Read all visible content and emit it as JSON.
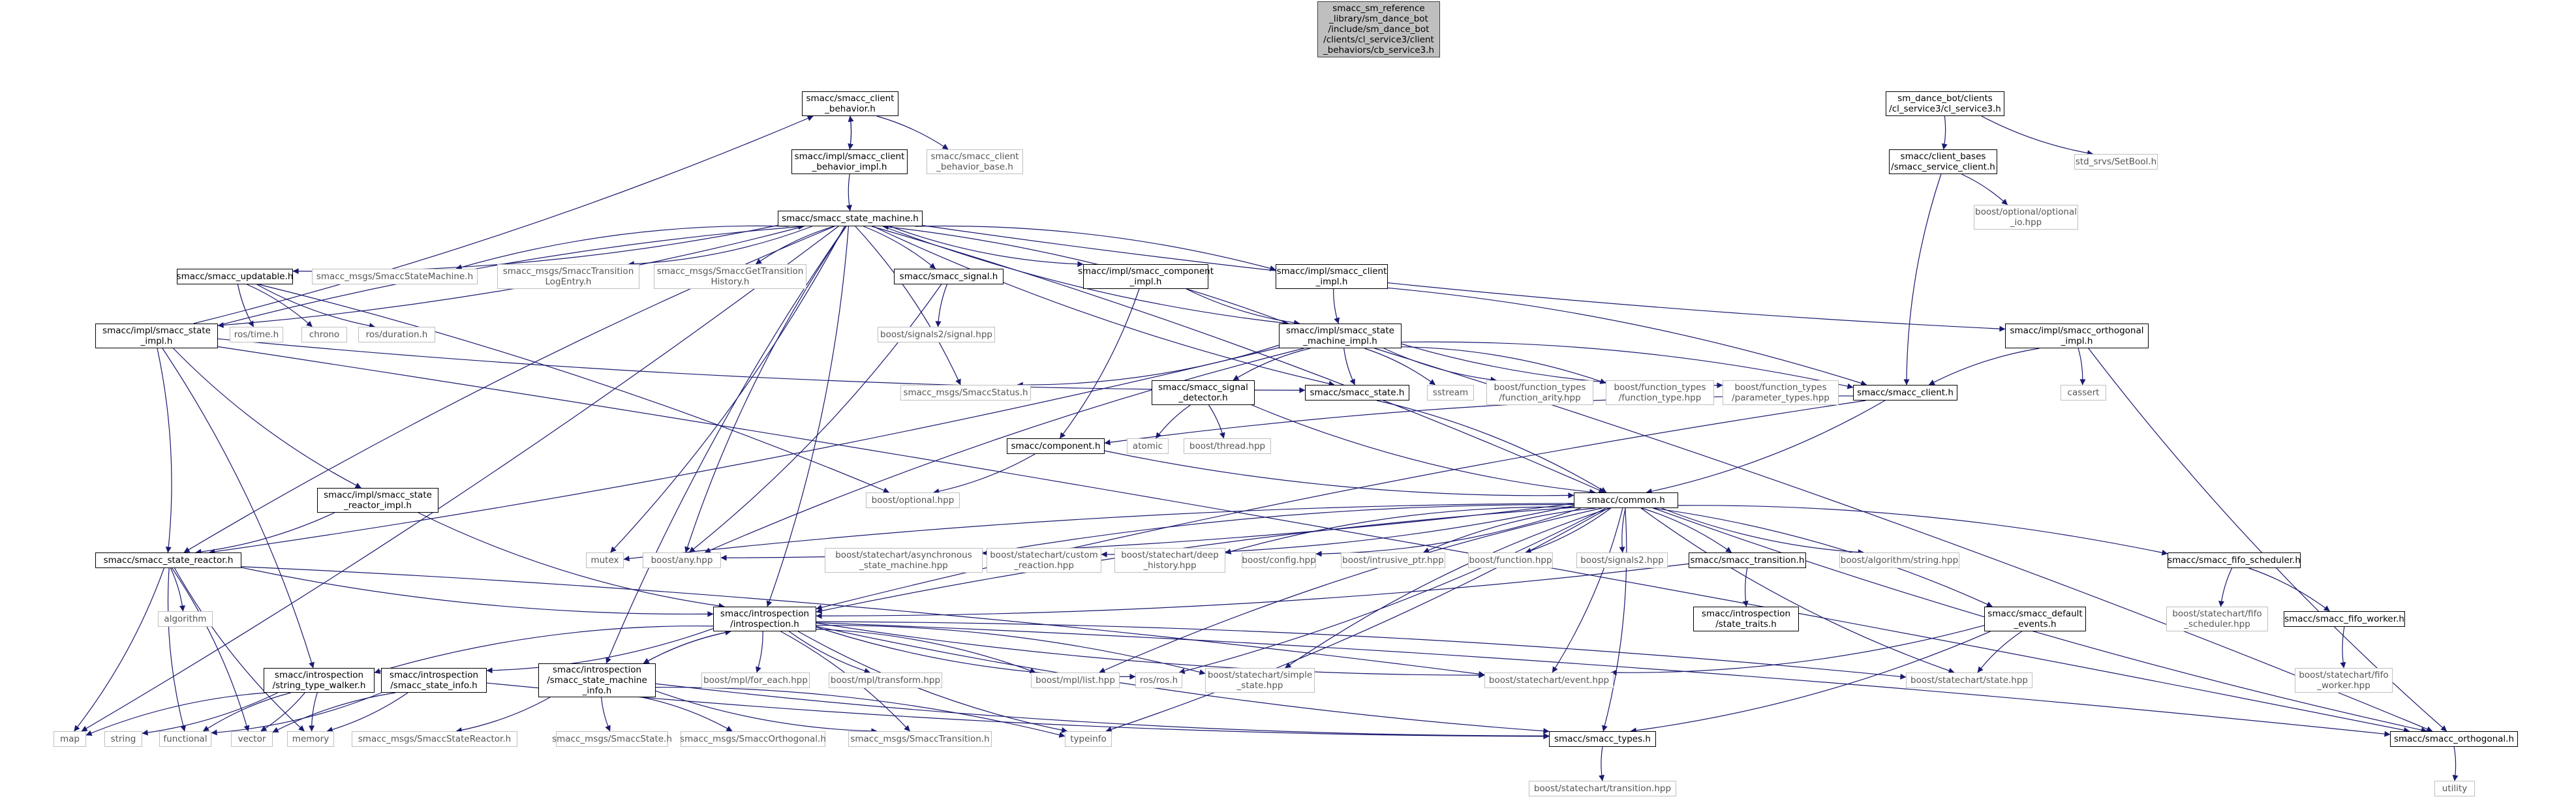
{
  "colors": {
    "edge": "#191970",
    "node_border": "#000000",
    "external_border": "#bfbfbf",
    "root_fill": "#bfbfbf"
  },
  "nodes": {
    "root": "smacc_sm_reference\n_library/sm_dance_bot\n/include/sm_dance_bot\n/clients/cl_service3/client\n_behaviors/cb_service3.h",
    "client_behavior": "smacc/smacc_client\n_behavior.h",
    "cl_service3": "sm_dance_bot/clients\n/cl_service3/cl_service3.h",
    "client_behavior_impl": "smacc/impl/smacc_client\n_behavior_impl.h",
    "client_behavior_base": "smacc/smacc_client\n_behavior_base.h",
    "service_client": "smacc/client_bases\n/smacc_service_client.h",
    "setbool": "std_srvs/SetBool.h",
    "optional_io": "boost/optional/optional\n_io.hpp",
    "state_machine": "smacc/smacc_state_machine.h",
    "updatable": "smacc/smacc_updatable.h",
    "msg_state_machine": "smacc_msgs/SmaccStateMachine.h",
    "msg_transition_log": "smacc_msgs/SmaccTransition\nLogEntry.h",
    "msg_get_transition": "smacc_msgs/SmaccGetTransition\nHistory.h",
    "signal": "smacc/smacc_signal.h",
    "component_impl": "smacc/impl/smacc_component\n_impl.h",
    "client_impl": "smacc/impl/smacc_client\n_impl.h",
    "orthogonal_impl": "smacc/impl/smacc_orthogonal\n_impl.h",
    "ros_time": "ros/time.h",
    "chrono": "chrono",
    "ros_duration": "ros/duration.h",
    "signals2": "boost/signals2/signal.hpp",
    "state_impl": "smacc/impl/smacc_state\n_impl.h",
    "state_machine_impl": "smacc/impl/smacc_state\n_machine_impl.h",
    "cassert": "cassert",
    "msg_status": "smacc_msgs/SmaccStatus.h",
    "smacc_state": "smacc/smacc_state.h",
    "sstream": "sstream",
    "ft_arity": "boost/function_types\n/function_arity.hpp",
    "ft_type": "boost/function_types\n/function_type.hpp",
    "ft_params": "boost/function_types\n/parameter_types.hpp",
    "smacc_client": "smacc/smacc_client.h",
    "signal_detector": "smacc/smacc_signal\n_detector.h",
    "atomic": "atomic",
    "thread": "boost/thread.hpp",
    "component": "smacc/component.h",
    "boost_optional": "boost/optional.hpp",
    "state_reactor_impl": "smacc/impl/smacc_state\n_reactor_impl.h",
    "common": "smacc/common.h",
    "state_reactor": "smacc/smacc_state_reactor.h",
    "mutex": "mutex",
    "boost_any": "boost/any.hpp",
    "sc_async": "boost/statechart/asynchronous\n_state_machine.hpp",
    "sc_custom": "boost/statechart/custom\n_reaction.hpp",
    "sc_deep": "boost/statechart/deep\n_history.hpp",
    "config": "boost/config.hpp",
    "intrusive": "boost/intrusive_ptr.hpp",
    "function": "boost/function.hpp",
    "signals2_hpp": "boost/signals2.hpp",
    "transition": "smacc/smacc_transition.h",
    "algo_string": "boost/algorithm/string.hpp",
    "fifo_scheduler": "smacc/smacc_fifo_scheduler.h",
    "algorithm": "algorithm",
    "introspection": "smacc/introspection\n/introspection.h",
    "state_traits": "smacc/introspection\n/state_traits.h",
    "default_events": "smacc/smacc_default\n_events.h",
    "sc_fifo_scheduler": "boost/statechart/fifo\n_scheduler.hpp",
    "fifo_worker": "smacc/smacc_fifo_worker.h",
    "string_type_walker": "smacc/introspection\n/string_type_walker.h",
    "state_info": "smacc/introspection\n/smacc_state_info.h",
    "sm_info": "smacc/introspection\n/smacc_state_machine\n_info.h",
    "mpl_for_each": "boost/mpl/for_each.hpp",
    "mpl_transform": "boost/mpl/transform.hpp",
    "mpl_list": "boost/mpl/list.hpp",
    "ros_h": "ros/ros.h",
    "sc_simple_state": "boost/statechart/simple\n_state.hpp",
    "sc_event": "boost/statechart/event.hpp",
    "sc_state": "boost/statechart/state.hpp",
    "sc_fifo_worker": "boost/statechart/fifo\n_worker.hpp",
    "map": "map",
    "string": "string",
    "functional": "functional",
    "vector": "vector",
    "memory": "memory",
    "msg_state_reactor": "smacc_msgs/SmaccStateReactor.h",
    "msg_state": "smacc_msgs/SmaccState.h",
    "msg_orthogonal": "smacc_msgs/SmaccOrthogonal.h",
    "msg_transition": "smacc_msgs/SmaccTransition.h",
    "typeinfo": "typeinfo",
    "smacc_types": "smacc/smacc_types.h",
    "smacc_orthogonal": "smacc/smacc_orthogonal.h",
    "sc_transition": "boost/statechart/transition.hpp",
    "utility": "utility"
  }
}
